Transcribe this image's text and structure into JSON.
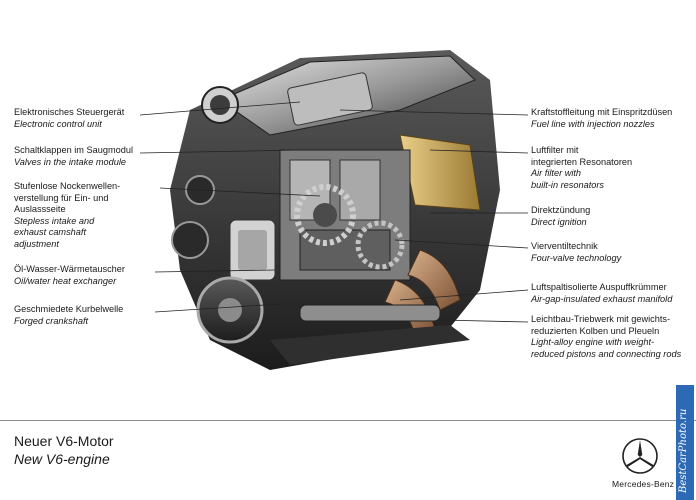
{
  "labels_left": [
    {
      "de": "Elektronisches Steuergerät",
      "en": "Electronic control unit"
    },
    {
      "de": "Schaltklappen im Saugmodul",
      "en": "Valves in the intake module"
    },
    {
      "de": "Stufenlose Nockenwellen-\nverstellung für Ein- und\nAuslassseite",
      "en": "Stepless intake and\nexhaust camshaft\nadjustment"
    },
    {
      "de": "Öl-Wasser-Wärmetauscher",
      "en": "Oil/water heat exchanger"
    },
    {
      "de": "Geschmiedete Kurbelwelle",
      "en": "Forged crankshaft"
    }
  ],
  "labels_right": [
    {
      "de": "Kraftstoffleitung mit Einspritzdüsen",
      "en": "Fuel line with injection nozzles"
    },
    {
      "de": "Luftfilter mit\nintegrierten Resonatoren",
      "en": "Air filter with\nbuilt-in resonators"
    },
    {
      "de": "Direktzündung",
      "en": "Direct ignition"
    },
    {
      "de": "Vierventiltechnik",
      "en": "Four-valve technology"
    },
    {
      "de": "Luftspaltisolierte Auspuffkrümmer",
      "en": "Air-gap-insulated exhaust manifold"
    },
    {
      "de": "Leichtbau-Triebwerk mit gewichts-\nreduzierten Kolben und Pleueln",
      "en": "Light-alloy engine with weight-\nreduced pistons and connecting rods"
    }
  ],
  "footer": {
    "title_de": "Neuer V6-Motor",
    "title_en": "New V6-engine",
    "brand": "Mercedes-Benz"
  },
  "watermark": "BestCarPhoto.ru",
  "colors": {
    "watermark_bg": "#2d6ab6",
    "divider": "#8c8c8c"
  }
}
